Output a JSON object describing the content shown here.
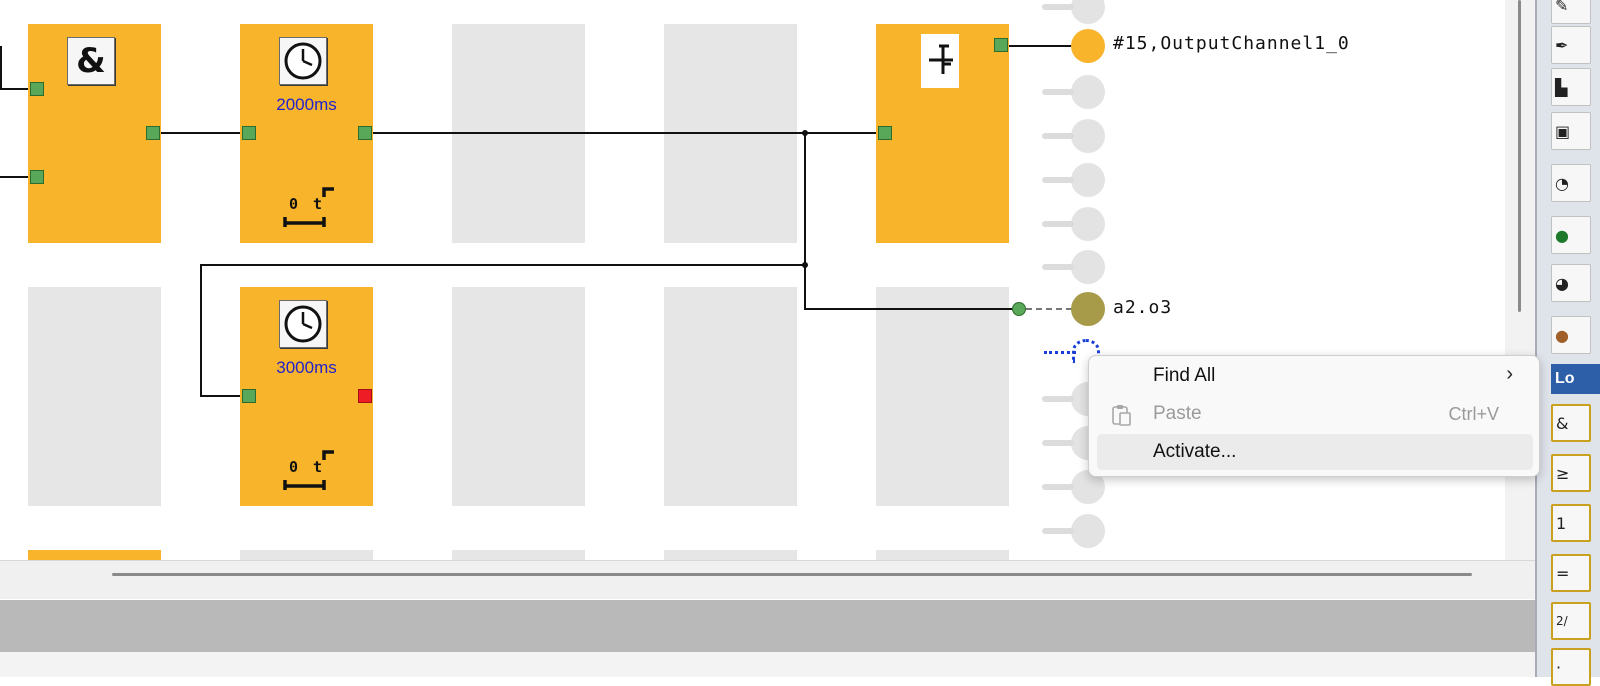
{
  "blocks": {
    "and_block": {
      "symbol": "&"
    },
    "timer1": {
      "time": "2000ms",
      "axis_zero": "0",
      "axis_t": "t"
    },
    "timer2": {
      "time": "3000ms",
      "axis_zero": "0",
      "axis_t": "t"
    }
  },
  "channels": {
    "output": {
      "label": "#15,OutputChannel1_0",
      "color": "#f8b52c"
    },
    "a2": {
      "label": "a2.o3",
      "color": "#a79a48"
    }
  },
  "context_menu": {
    "items": [
      {
        "label": "Find All",
        "shortcut": "",
        "has_submenu": true,
        "enabled": true
      },
      {
        "label": "Paste",
        "shortcut": "Ctrl+V",
        "has_submenu": false,
        "enabled": false
      },
      {
        "label": "Activate...",
        "shortcut": "",
        "has_submenu": false,
        "enabled": true
      }
    ]
  },
  "palette": {
    "header": "Lo"
  },
  "colors": {
    "block": "#f8b52c",
    "slot": "#e6e6e6",
    "pin_ok": "#59a85a",
    "pin_error": "#ee1c25",
    "menu_bg": "#f9f9f9",
    "status_bar": "#b9b9b9",
    "selection_dots": "#1a3fd6"
  }
}
